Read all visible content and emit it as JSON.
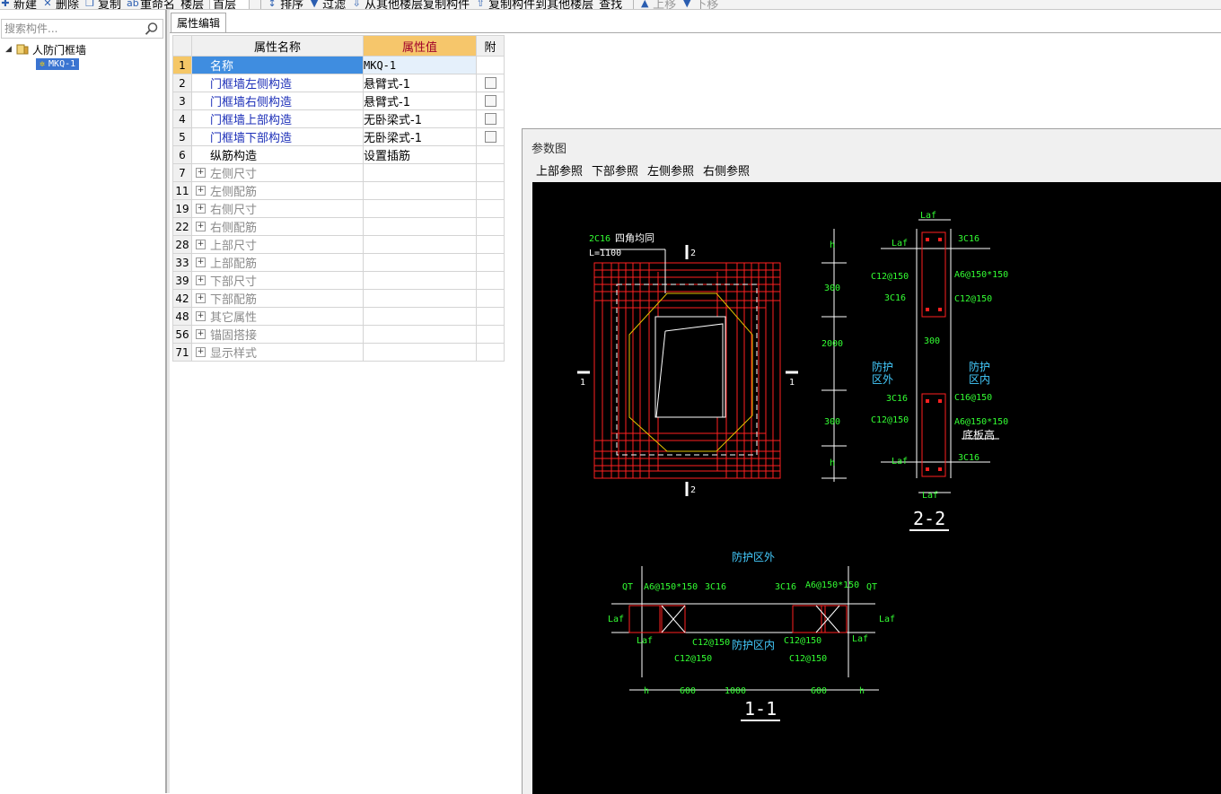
{
  "toolbar": {
    "items": [
      "新建",
      "删除",
      "复制",
      "重命名",
      "楼层",
      "首层",
      "排序",
      "过滤",
      "从其他楼层复制构件",
      "复制构件到其他楼层",
      "查找",
      "上移",
      "下移"
    ]
  },
  "search": {
    "placeholder": "搜索构件..."
  },
  "tree": {
    "root_label": "人防门框墙",
    "child_label": "MKQ-1"
  },
  "tab": {
    "label": "属性编辑"
  },
  "table": {
    "headers": {
      "name": "属性名称",
      "value": "属性值",
      "attach": "附"
    },
    "rows": [
      {
        "num": "1",
        "name": "名称",
        "value": "MKQ-1",
        "style": "selected",
        "expand": false,
        "check": false
      },
      {
        "num": "2",
        "name": "门框墙左侧构造",
        "value": "悬臂式-1",
        "style": "blue",
        "expand": false,
        "check": true
      },
      {
        "num": "3",
        "name": "门框墙右侧构造",
        "value": "悬臂式-1",
        "style": "blue",
        "expand": false,
        "check": true
      },
      {
        "num": "4",
        "name": "门框墙上部构造",
        "value": "无卧梁式-1",
        "style": "blue",
        "expand": false,
        "check": true
      },
      {
        "num": "5",
        "name": "门框墙下部构造",
        "value": "无卧梁式-1",
        "style": "blue",
        "expand": false,
        "check": true
      },
      {
        "num": "6",
        "name": "纵筋构造",
        "value": "设置插筋",
        "style": "black",
        "expand": false,
        "check": false
      },
      {
        "num": "7",
        "name": "左侧尺寸",
        "value": "",
        "style": "grey",
        "expand": true,
        "check": false
      },
      {
        "num": "11",
        "name": "左侧配筋",
        "value": "",
        "style": "grey",
        "expand": true,
        "check": false
      },
      {
        "num": "19",
        "name": "右侧尺寸",
        "value": "",
        "style": "grey",
        "expand": true,
        "check": false
      },
      {
        "num": "22",
        "name": "右侧配筋",
        "value": "",
        "style": "grey",
        "expand": true,
        "check": false
      },
      {
        "num": "28",
        "name": "上部尺寸",
        "value": "",
        "style": "grey",
        "expand": true,
        "check": false
      },
      {
        "num": "33",
        "name": "上部配筋",
        "value": "",
        "style": "grey",
        "expand": true,
        "check": false
      },
      {
        "num": "39",
        "name": "下部尺寸",
        "value": "",
        "style": "grey",
        "expand": true,
        "check": false
      },
      {
        "num": "42",
        "name": "下部配筋",
        "value": "",
        "style": "grey",
        "expand": true,
        "check": false
      },
      {
        "num": "48",
        "name": "其它属性",
        "value": "",
        "style": "grey",
        "expand": true,
        "check": false
      },
      {
        "num": "56",
        "name": "锚固搭接",
        "value": "",
        "style": "grey",
        "expand": true,
        "check": false
      },
      {
        "num": "71",
        "name": "显示样式",
        "value": "",
        "style": "grey",
        "expand": true,
        "check": false
      }
    ]
  },
  "param_panel": {
    "title": "参数图",
    "links": [
      "上部参照",
      "下部参照",
      "左侧参照",
      "右侧参照"
    ]
  },
  "drawing": {
    "elevation": {
      "note1": "2C16",
      "note1b": "四角均同",
      "note2": "L=1100",
      "sec_top": "2",
      "sec_bottom": "2",
      "sec_left": "1",
      "sec_right": "1",
      "dims": [
        "h",
        "300",
        "2000",
        "300",
        "h"
      ]
    },
    "section22": {
      "title": "2-2",
      "labels": [
        "Laf",
        "Laf",
        "3C16",
        "C12@150",
        "A6@150*150",
        "3C16",
        "C12@150",
        "300",
        "防护",
        "区外",
        "防护",
        "区内",
        "3C16",
        "C16@150",
        "C12@150",
        "A6@150*150",
        "底板高",
        "Laf",
        "3C16",
        "Laf"
      ]
    },
    "section11": {
      "title": "1-1",
      "labels": [
        "防护区外",
        "QT",
        "A6@150*150",
        "3C16",
        "3C16",
        "A6@150*150",
        "QT",
        "Laf",
        "Laf",
        "Laf",
        "C12@150",
        "防护区内",
        "C12@150",
        "Laf",
        "C12@150",
        "C12@150",
        "h",
        "600",
        "1000",
        "600",
        "h"
      ]
    }
  }
}
